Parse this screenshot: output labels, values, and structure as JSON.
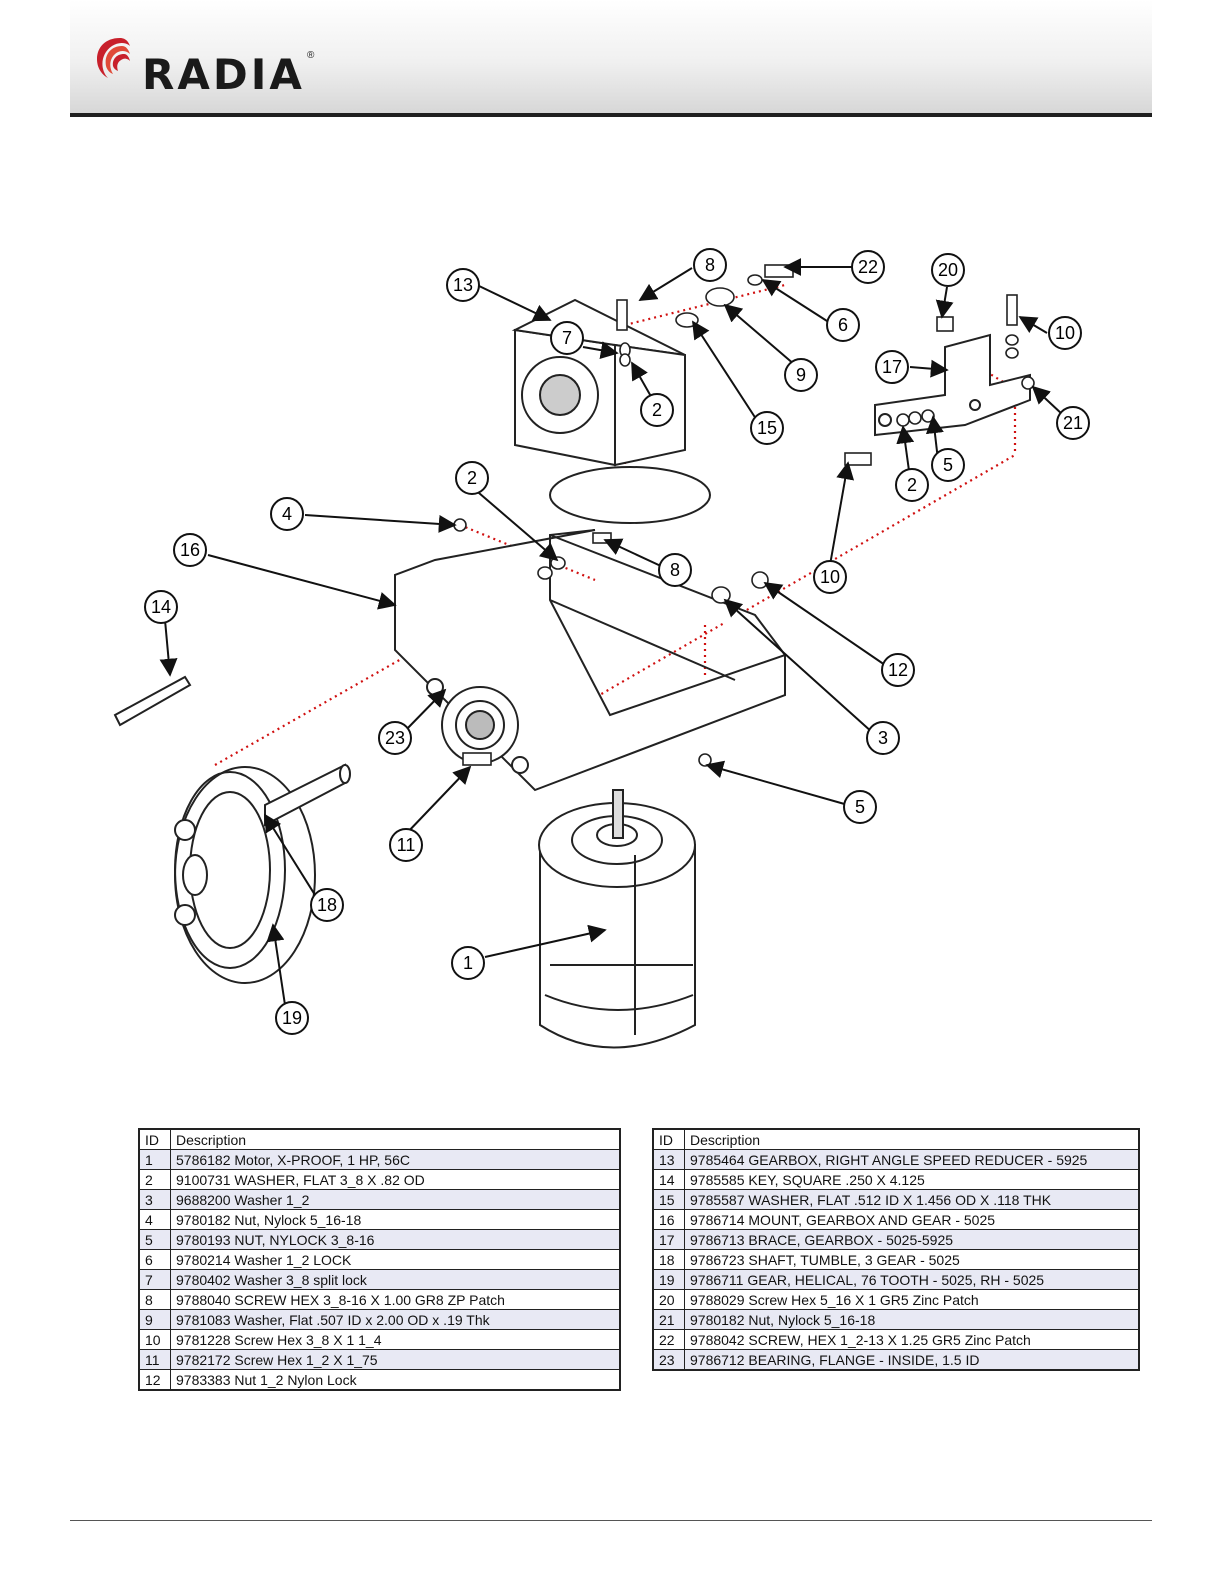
{
  "header": {
    "logo_text": "RADIA",
    "logo_mark": "®",
    "brand_colors": {
      "red": "#c8202b",
      "dark": "#1a1a1a"
    }
  },
  "diagram": {
    "callouts": [
      "13",
      "8",
      "22",
      "7",
      "6",
      "9",
      "2",
      "15",
      "20",
      "10",
      "17",
      "21",
      "5",
      "2",
      "4",
      "2",
      "8",
      "16",
      "10",
      "12",
      "14",
      "3",
      "23",
      "5",
      "11",
      "18",
      "1",
      "19"
    ]
  },
  "tables": {
    "headers": {
      "id": "ID",
      "description": "Description"
    },
    "left": [
      {
        "id": "1",
        "desc": "5786182 Motor, X-PROOF, 1 HP, 56C"
      },
      {
        "id": "2",
        "desc": "9100731 WASHER, FLAT 3_8 X .82 OD"
      },
      {
        "id": "3",
        "desc": "9688200 Washer 1_2"
      },
      {
        "id": "4",
        "desc": "9780182 Nut, Nylock 5_16-18"
      },
      {
        "id": "5",
        "desc": "9780193 NUT, NYLOCK 3_8-16"
      },
      {
        "id": "6",
        "desc": "9780214 Washer 1_2 LOCK"
      },
      {
        "id": "7",
        "desc": "9780402 Washer 3_8 split lock"
      },
      {
        "id": "8",
        "desc": "9788040 SCREW HEX 3_8-16 X 1.00 GR8 ZP Patch"
      },
      {
        "id": "9",
        "desc": "9781083 Washer, Flat .507 ID x 2.00 OD x .19 Thk"
      },
      {
        "id": "10",
        "desc": "9781228 Screw Hex 3_8 X 1 1_4"
      },
      {
        "id": "11",
        "desc": "9782172 Screw Hex 1_2 X 1_75"
      },
      {
        "id": "12",
        "desc": "9783383 Nut 1_2 Nylon Lock"
      }
    ],
    "right": [
      {
        "id": "13",
        "desc": "9785464 GEARBOX, RIGHT ANGLE SPEED REDUCER - 5925"
      },
      {
        "id": "14",
        "desc": "9785585 KEY, SQUARE .250 X 4.125"
      },
      {
        "id": "15",
        "desc": "9785587 WASHER, FLAT .512 ID X 1.456 OD X .118 THK"
      },
      {
        "id": "16",
        "desc": "9786714 MOUNT, GEARBOX AND GEAR - 5025"
      },
      {
        "id": "17",
        "desc": "9786713 BRACE, GEARBOX - 5025-5925"
      },
      {
        "id": "18",
        "desc": "9786723 SHAFT, TUMBLE, 3 GEAR - 5025"
      },
      {
        "id": "19",
        "desc": "9786711 GEAR, HELICAL, 76 TOOTH - 5025, RH - 5025"
      },
      {
        "id": "20",
        "desc": "9788029 Screw Hex 5_16 X 1 GR5 Zinc Patch"
      },
      {
        "id": "21",
        "desc": "9780182 Nut, Nylock 5_16-18"
      },
      {
        "id": "22",
        "desc": "9788042 SCREW, HEX 1_2-13 X 1.25 GR5 Zinc Patch"
      },
      {
        "id": "23",
        "desc": "9786712 BEARING, FLANGE - INSIDE, 1.5 ID"
      }
    ]
  }
}
